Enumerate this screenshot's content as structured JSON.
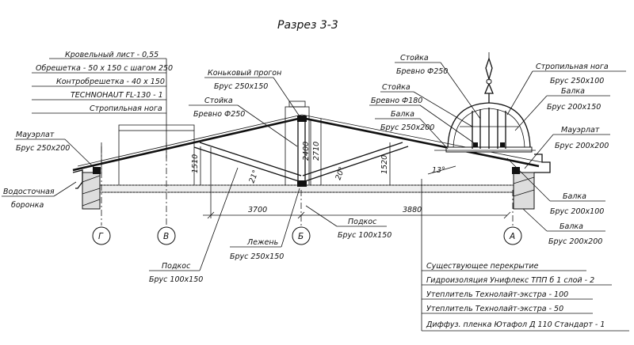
{
  "title": "Разрез 3-3",
  "axes": [
    "Г",
    "В",
    "Б",
    "А"
  ],
  "dimensions": {
    "left_span": "3700",
    "right_span": "3880",
    "left_height": "1510",
    "right_height": "1520",
    "ridge_height_a": "2400",
    "ridge_height_b": "2710",
    "angle_left": "21°",
    "angle_mid": "20°",
    "angle_right": "13°"
  },
  "roof_layers": [
    "Кровельный лист - 0,55",
    "Обрешетка - 50 х 150 с шагом 250",
    "Контробрешетка - 40 х 150",
    "TECHNOHAUT FL-130 - 1",
    "Стропильная нога"
  ],
  "labels": {
    "mauerlat_left_1": "Мауэрлат",
    "mauerlat_left_2": "Брус 250х200",
    "drain_1": "Водосточная",
    "drain_2": "боронка",
    "ridge_purlin_1": "Коньковый прогон",
    "ridge_purlin_2": "Брус 250х150",
    "post_left_1": "Стойка",
    "post_left_2": "Бревно Ф250",
    "lezhen_1": "Лежень",
    "lezhen_2": "Брус 250х150",
    "podkos_mid_1": "Подкос",
    "podkos_mid_2": "Брус 100х150",
    "podkos_left_1": "Подкос",
    "podkos_left_2": "Брус 100х150",
    "dome_post_1": "Стойка",
    "dome_post_2": "Бревно Ф250",
    "dome_post_small": "Стойка",
    "dome_log": "Бревно Ф180",
    "dome_beam_1": "Балка",
    "dome_beam_2": "Брус 250х200",
    "rafter_leg_1": "Стропильная нога",
    "rafter_leg_2": "Брус 250х100",
    "beam_right_1": "Балка",
    "beam_right_2": "Брус 200х150",
    "mauerlat_right_1": "Мауэрлат",
    "mauerlat_right_2": "Брус 200х200",
    "beam_low_1": "Балка",
    "beam_low_2": "Брус 200х100",
    "beam_low2_1": "Балка",
    "beam_low2_2": "Брус 200х200"
  },
  "slab_layers": [
    "Существующее перекрытие",
    "Гидроизоляция Унифлекс ТПП б 1 слой - 2",
    "Утеплитель Технолайт-экстра - 100",
    "Утеплитель Технолайт-экстра - 50",
    "Диффуз. пленка Ютафол Д 110 Стандарт - 1"
  ]
}
